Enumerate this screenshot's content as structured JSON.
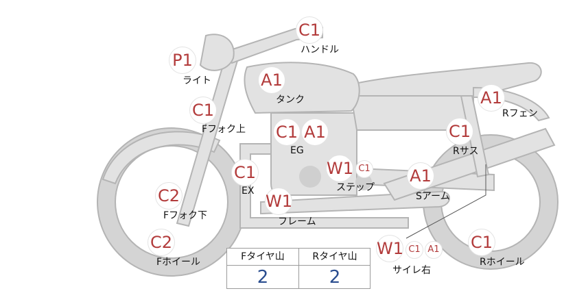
{
  "parts": [
    {
      "key": "handle",
      "label": "ハンドル",
      "badges": [
        "C1"
      ]
    },
    {
      "key": "light",
      "label": "ライト",
      "badges": [
        "P1"
      ]
    },
    {
      "key": "tank",
      "label": "タンク",
      "badges": [
        "A1"
      ]
    },
    {
      "key": "fork_upper",
      "label": "Fフォク上",
      "badges": [
        "C1"
      ]
    },
    {
      "key": "engine",
      "label": "EG",
      "badges": [
        "C1",
        "A1"
      ]
    },
    {
      "key": "exhaust",
      "label": "EX",
      "badges": [
        "C1"
      ]
    },
    {
      "key": "step",
      "label": "ステップ",
      "badges": [
        "W1",
        "C1"
      ]
    },
    {
      "key": "frame",
      "label": "フレーム",
      "badges": [
        "W1"
      ]
    },
    {
      "key": "fork_lower",
      "label": "Fフォク下",
      "badges": [
        "C2"
      ]
    },
    {
      "key": "front_wheel",
      "label": "Fホイール",
      "badges": [
        "C2"
      ]
    },
    {
      "key": "rear_fender",
      "label": "Rフェン",
      "badges": [
        "A1"
      ]
    },
    {
      "key": "rear_shock",
      "label": "Rサス",
      "badges": [
        "C1"
      ]
    },
    {
      "key": "swingarm",
      "label": "Sアーム",
      "badges": [
        "A1"
      ]
    },
    {
      "key": "rear_wheel",
      "label": "Rホイール",
      "badges": [
        "C1"
      ]
    },
    {
      "key": "muffler_right",
      "label": "サイレ右",
      "badges": [
        "W1",
        "C1",
        "A1"
      ]
    }
  ],
  "tread_table": {
    "headers": [
      "Fタイヤ山",
      "Rタイヤ山"
    ],
    "values": [
      "2",
      "2"
    ]
  },
  "colors": {
    "badge_text": "#b23b3b",
    "value_text": "#2a4d8f",
    "part_fill": "#e2e2e2"
  }
}
